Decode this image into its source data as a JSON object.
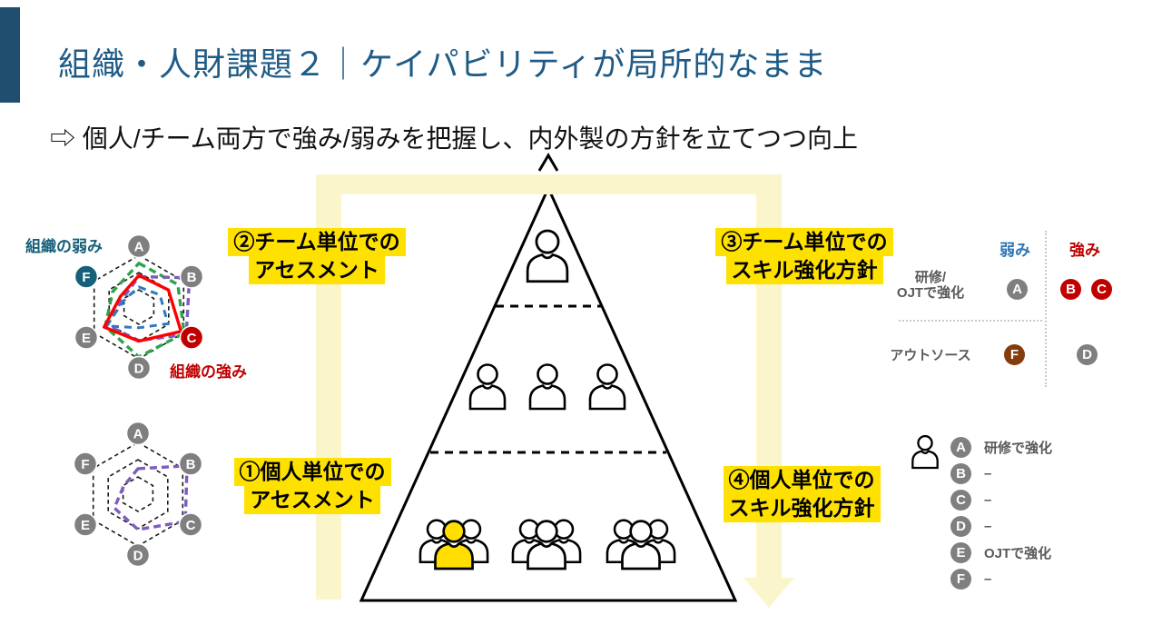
{
  "page": {
    "title": "組織・人財課題２｜ケイパビリティが局所的なまま",
    "subtitle": "⇨ 個人/チーム両方で強み/弱みを把握し、内外製の方針を立てつつ向上"
  },
  "colors": {
    "accent_bar": "#1F4E6E",
    "title_blue": "#1F5B87",
    "highlight_yellow": "#FFE100",
    "flow_band_yellow": "#FBF5CC",
    "weak_blue": "#2E75B6",
    "strong_red": "#C00000",
    "node_gray": "#7F7F7F",
    "node_teal": "#17607A",
    "node_brown": "#843C0C",
    "text_gray": "#595959",
    "member_highlight": "#FFDE00"
  },
  "callouts": {
    "c1": {
      "line1": "①個人単位での",
      "line2": "アセスメント"
    },
    "c2": {
      "line1": "②チーム単位での",
      "line2": "アセスメント"
    },
    "c3": {
      "line1": "③チーム単位での",
      "line2": "スキル強化方針"
    },
    "c4": {
      "line1": "④個人単位での",
      "line2": "スキル強化方針"
    }
  },
  "radar_annotations": {
    "weak_label": "組織の弱み",
    "strong_label": "組織の強み"
  },
  "chart_data": [
    {
      "id": "radar-team",
      "type": "radar",
      "title": "チーム単位アセスメント（組織の強み・弱み）",
      "axes": [
        {
          "letter": "A",
          "color": "#7F7F7F"
        },
        {
          "letter": "B",
          "color": "#7F7F7F"
        },
        {
          "letter": "C",
          "color": "#C00000"
        },
        {
          "letter": "D",
          "color": "#7F7F7F"
        },
        {
          "letter": "E",
          "color": "#7F7F7F"
        },
        {
          "letter": "F",
          "color": "#17607A"
        }
      ],
      "grid_levels": [
        0.283,
        0.566,
        0.85
      ],
      "value_range": [
        0,
        1
      ],
      "series": [
        {
          "name": "green-dashed",
          "stroke": "#2DA44A",
          "dash": "8 5",
          "width": 3.4,
          "values": [
            0.72,
            0.74,
            0.86,
            0.82,
            0.64,
            0.5
          ]
        },
        {
          "name": "purple-dashed",
          "stroke": "#7D5BC0",
          "dash": "8 5",
          "width": 3.4,
          "values": [
            0.5,
            0.96,
            0.9,
            0.55,
            0.6,
            0.3
          ]
        },
        {
          "name": "blue-dashed",
          "stroke": "#2E79BD",
          "dash": "8 6",
          "width": 3.0,
          "values": [
            0.33,
            0.4,
            0.55,
            0.34,
            0.62,
            0.26
          ]
        },
        {
          "name": "red-solid",
          "stroke": "#FF0000",
          "dash": "",
          "width": 3.4,
          "values": [
            0.52,
            0.56,
            0.8,
            0.56,
            0.66,
            0.35
          ]
        }
      ]
    },
    {
      "id": "radar-individual",
      "type": "radar",
      "title": "個人単位アセスメント",
      "axes": [
        {
          "letter": "A",
          "color": "#7F7F7F"
        },
        {
          "letter": "B",
          "color": "#7F7F7F"
        },
        {
          "letter": "C",
          "color": "#7F7F7F"
        },
        {
          "letter": "D",
          "color": "#7F7F7F"
        },
        {
          "letter": "E",
          "color": "#7F7F7F"
        },
        {
          "letter": "F",
          "color": "#7F7F7F"
        }
      ],
      "grid_levels": [
        0.283,
        0.566,
        0.85
      ],
      "value_range": [
        0,
        1
      ],
      "series": [
        {
          "name": "purple-dashed",
          "stroke": "#7D5BC0",
          "dash": "8 5",
          "width": 3.4,
          "values": [
            0.42,
            0.93,
            0.9,
            0.58,
            0.45,
            0.27
          ]
        }
      ]
    }
  ],
  "matrix": {
    "col_weak": "弱み",
    "col_strong": "強み",
    "rows": [
      {
        "label_line1": "研修/",
        "label_line2": "OJTで強化",
        "weak": [
          {
            "letter": "A",
            "color": "#7F7F7F"
          }
        ],
        "strong": [
          {
            "letter": "B",
            "color": "#C00000"
          },
          {
            "letter": "C",
            "color": "#C00000"
          }
        ]
      },
      {
        "label_line1": "アウトソース",
        "label_line2": "",
        "weak": [
          {
            "letter": "F",
            "color": "#843C0C"
          }
        ],
        "strong": [
          {
            "letter": "D",
            "color": "#7F7F7F"
          }
        ]
      }
    ]
  },
  "legend": {
    "items": [
      {
        "letter": "A",
        "color": "#7F7F7F",
        "label": "研修で強化"
      },
      {
        "letter": "B",
        "color": "#7F7F7F",
        "label": "–"
      },
      {
        "letter": "C",
        "color": "#7F7F7F",
        "label": "–"
      },
      {
        "letter": "D",
        "color": "#7F7F7F",
        "label": "–"
      },
      {
        "letter": "E",
        "color": "#7F7F7F",
        "label": "OJTで強化"
      },
      {
        "letter": "F",
        "color": "#7F7F7F",
        "label": "–"
      }
    ]
  },
  "icons": {
    "person": "person-bust-outline",
    "team": "three-person-group",
    "flow_up": "caret-up",
    "flow_down": "down-arrow-band"
  }
}
